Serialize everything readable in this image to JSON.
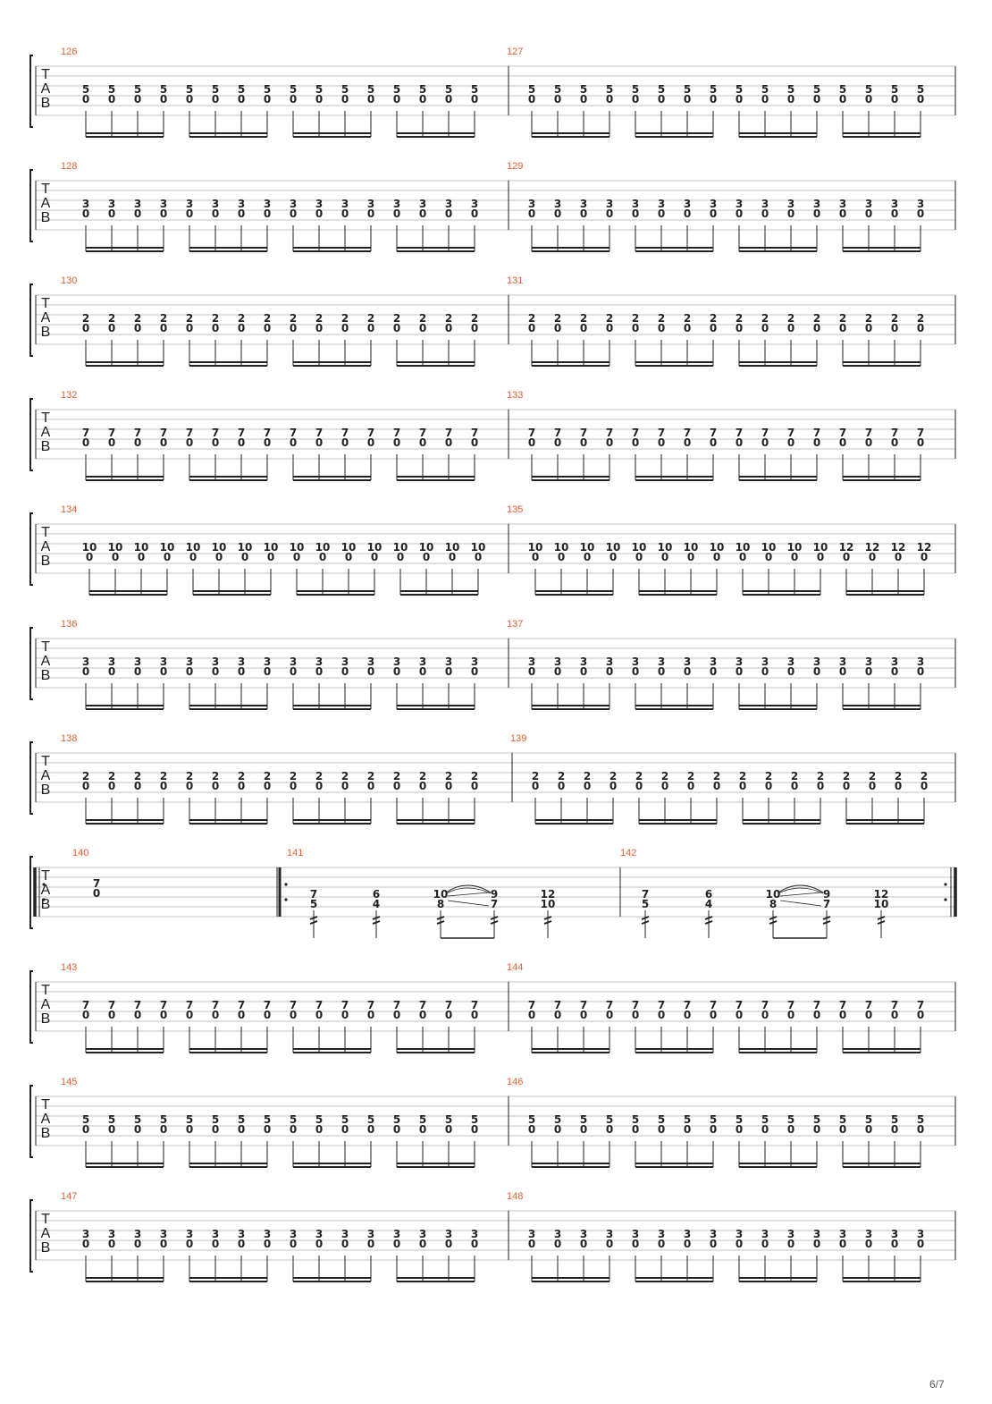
{
  "page": {
    "number_label": "6/7",
    "bar_number_color": "#e8602c",
    "ink_color": "#222222"
  },
  "clef": {
    "t": "T",
    "a": "A",
    "b": "B"
  },
  "systems": [
    {
      "measures": [
        {
          "number": "126",
          "chord": [
            "5",
            "0"
          ]
        },
        {
          "number": "127",
          "chord": [
            "5",
            "0"
          ]
        }
      ]
    },
    {
      "measures": [
        {
          "number": "128",
          "chord": [
            "3",
            "0"
          ]
        },
        {
          "number": "129",
          "chord": [
            "3",
            "0"
          ]
        }
      ]
    },
    {
      "measures": [
        {
          "number": "130",
          "chord": [
            "2",
            "0"
          ]
        },
        {
          "number": "131",
          "chord": [
            "2",
            "0"
          ]
        }
      ]
    },
    {
      "measures": [
        {
          "number": "132",
          "chord": [
            "7",
            "0"
          ]
        },
        {
          "number": "133",
          "chord": [
            "7",
            "0"
          ]
        }
      ]
    },
    {
      "measures": [
        {
          "number": "134",
          "chord": [
            "10",
            "0"
          ]
        },
        {
          "number": "135",
          "chord": [
            "10",
            "0"
          ],
          "last_group_chord": [
            "12",
            "0"
          ]
        }
      ]
    },
    {
      "measures": [
        {
          "number": "136",
          "chord": [
            "3",
            "0"
          ]
        },
        {
          "number": "137",
          "chord": [
            "3",
            "0"
          ]
        }
      ]
    },
    {
      "measures": [
        {
          "number": "138",
          "chord": [
            "2",
            "0"
          ]
        },
        {
          "number": "139",
          "chord": [
            "2",
            "0"
          ]
        }
      ]
    },
    {
      "special": true,
      "measures": [
        {
          "number": "140",
          "notes": [
            [
              "7",
              "0"
            ]
          ]
        },
        {
          "number": "141",
          "notes": [
            [
              "7",
              "5"
            ],
            [
              "6",
              "4"
            ],
            [
              "10",
              "8"
            ],
            [
              "9",
              "7"
            ],
            [
              "12",
              "10"
            ]
          ]
        },
        {
          "number": "142",
          "notes": [
            [
              "7",
              "5"
            ],
            [
              "6",
              "4"
            ],
            [
              "10",
              "8"
            ],
            [
              "9",
              "7"
            ],
            [
              "12",
              "10"
            ]
          ]
        }
      ]
    },
    {
      "measures": [
        {
          "number": "143",
          "chord": [
            "7",
            "0"
          ]
        },
        {
          "number": "144",
          "chord": [
            "7",
            "0"
          ]
        }
      ]
    },
    {
      "measures": [
        {
          "number": "145",
          "chord": [
            "5",
            "0"
          ]
        },
        {
          "number": "146",
          "chord": [
            "5",
            "0"
          ]
        }
      ]
    },
    {
      "measures": [
        {
          "number": "147",
          "chord": [
            "3",
            "0"
          ]
        },
        {
          "number": "148",
          "chord": [
            "3",
            "0"
          ]
        }
      ]
    }
  ]
}
